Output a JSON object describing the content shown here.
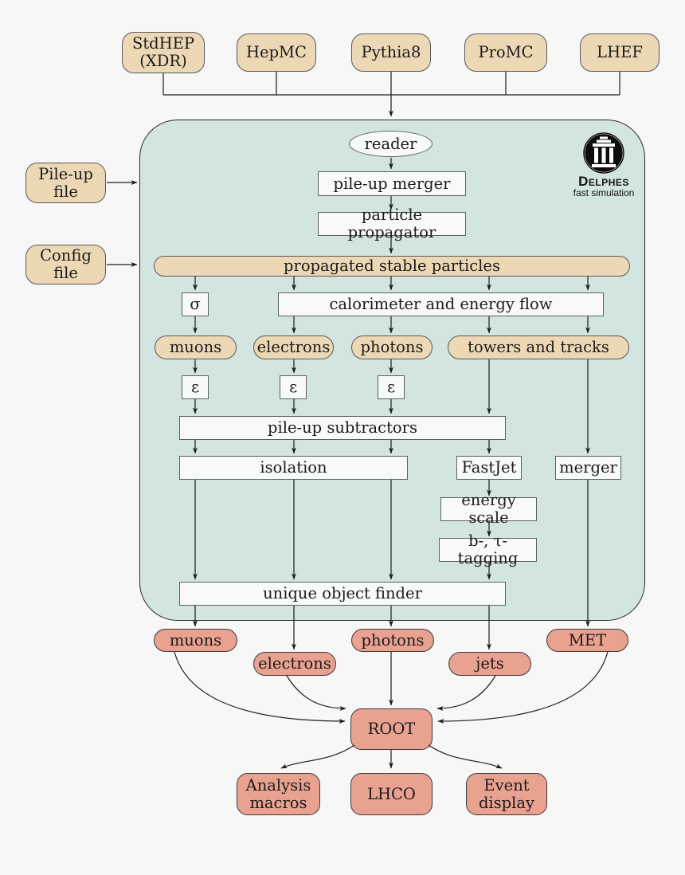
{
  "colors": {
    "background": "#f7f7f7",
    "tan_fill": "#ecd8b4",
    "container_fill": "#d3e5e0",
    "white_box_fill": "#f7faf9",
    "salmon_fill": "#e9a190",
    "line": "#1c1c1c"
  },
  "generators": {
    "items": [
      {
        "label": "StdHEP (XDR)"
      },
      {
        "label": "HepMC"
      },
      {
        "label": "Pythia8"
      },
      {
        "label": "ProMC"
      },
      {
        "label": "LHEF"
      }
    ]
  },
  "side_inputs": {
    "pileup_file": "Pile-up file",
    "config_file": "Config file"
  },
  "logo": {
    "title": "Delphes",
    "subtitle": "fast simulation"
  },
  "pipeline": {
    "reader": "reader",
    "pileup_merger": "pile-up merger",
    "particle_propagator": "particle propagator",
    "propagated_stable_particles": "propagated stable particles",
    "sigma": "σ",
    "calorimeter": "calorimeter and energy flow",
    "muons": "muons",
    "electrons": "electrons",
    "photons": "photons",
    "towers_and_tracks": "towers and tracks",
    "epsilon": "ε",
    "pileup_subtractors": "pile-up subtractors",
    "isolation": "isolation",
    "fastjet": "FastJet",
    "merger": "merger",
    "energy_scale": "energy scale",
    "b_tau_tagging": "b-, τ-tagging",
    "unique_object_finder": "unique object finder"
  },
  "outputs": {
    "muons": "muons",
    "electrons": "electrons",
    "photons": "photons",
    "jets": "jets",
    "met": "MET",
    "root": "ROOT",
    "analysis_macros": "Analysis macros",
    "lhco": "LHCO",
    "event_display": "Event display"
  }
}
